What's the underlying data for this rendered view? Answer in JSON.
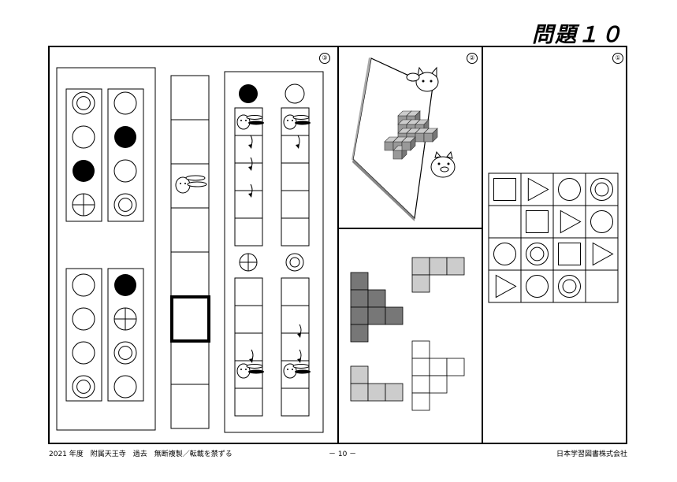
{
  "page": {
    "title": "問題１０",
    "footer_left": "2021 年度　附属天王寺　過去　無断複製／転載を禁ずる",
    "footer_center": "－ 10 －",
    "footer_right": "日本学習図書株式会社"
  },
  "questions": [
    {
      "number": "①",
      "label": "question-1"
    },
    {
      "number": "②",
      "label": "question-2"
    },
    {
      "number": "③",
      "label": "question-3"
    }
  ],
  "q1_grid": [
    [
      "square",
      "triangle",
      "circle",
      "double-circle"
    ],
    [
      "",
      "square",
      "triangle",
      "circle"
    ],
    [
      "circle",
      "double-circle",
      "square",
      "triangle"
    ],
    [
      "triangle",
      "circle",
      "double-circle",
      ""
    ]
  ],
  "q3_left_top": {
    "col1": [
      "double-circle",
      "circle",
      "filled-circle",
      "cross-circle"
    ],
    "col2": [
      "circle",
      "filled-circle",
      "circle",
      "double-circle"
    ]
  },
  "q3_left_bottom": {
    "col1": [
      "circle",
      "circle",
      "circle",
      "double-circle"
    ],
    "col2": [
      "filled-circle",
      "cross-circle",
      "double-circle",
      "circle"
    ]
  },
  "q3_right_top": {
    "col1_icon": "filled-circle",
    "col2_icon": "circle"
  },
  "q3_right_bottom": {
    "col1_icon": "cross-circle",
    "col2_icon": "double-circle"
  },
  "icons": {
    "mascots": [
      "cat-icon",
      "pig-icon",
      "rabbit-icon"
    ]
  }
}
